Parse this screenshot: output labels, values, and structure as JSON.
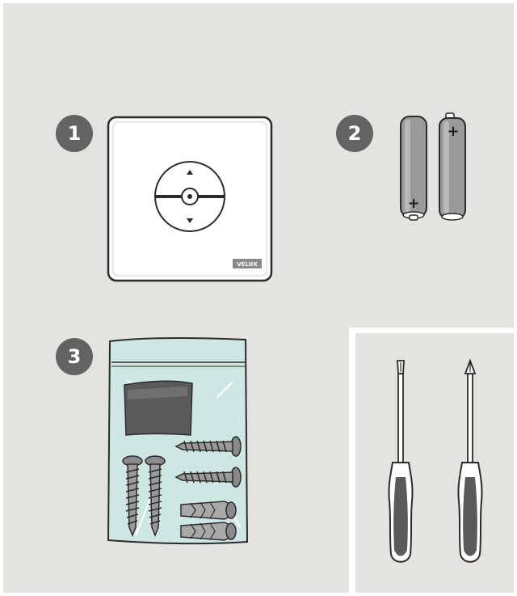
{
  "steps": [
    {
      "number": "1"
    },
    {
      "number": "2"
    },
    {
      "number": "3"
    }
  ],
  "remote": {
    "brand": "VELUX"
  },
  "batteries": {
    "plus_symbol": "+"
  },
  "colors": {
    "background": "#e4e3e0",
    "badge": "#636363",
    "outline": "#2b2b2b",
    "bag": "#cfe7e3",
    "pad": "#5a5a5a"
  },
  "icons": [
    "remote-control-icon",
    "battery-icon",
    "screw-icon",
    "wall-plug-icon",
    "adhesive-pad-icon",
    "flat-screwdriver-icon",
    "phillips-screwdriver-icon"
  ]
}
